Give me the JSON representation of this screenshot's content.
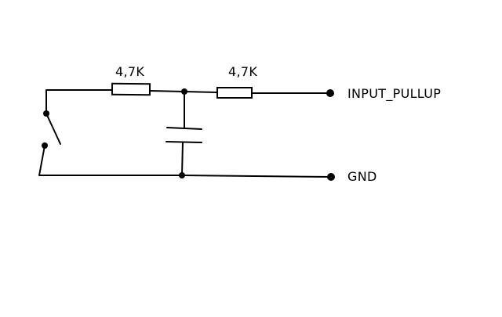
{
  "schematic": {
    "resistor_1_label": "4,7K",
    "resistor_2_label": "4,7K",
    "input_terminal_label": "INPUT_PULLUP",
    "ground_terminal_label": "GND",
    "ink_color": "#000000",
    "background_color": "#ffffff"
  }
}
